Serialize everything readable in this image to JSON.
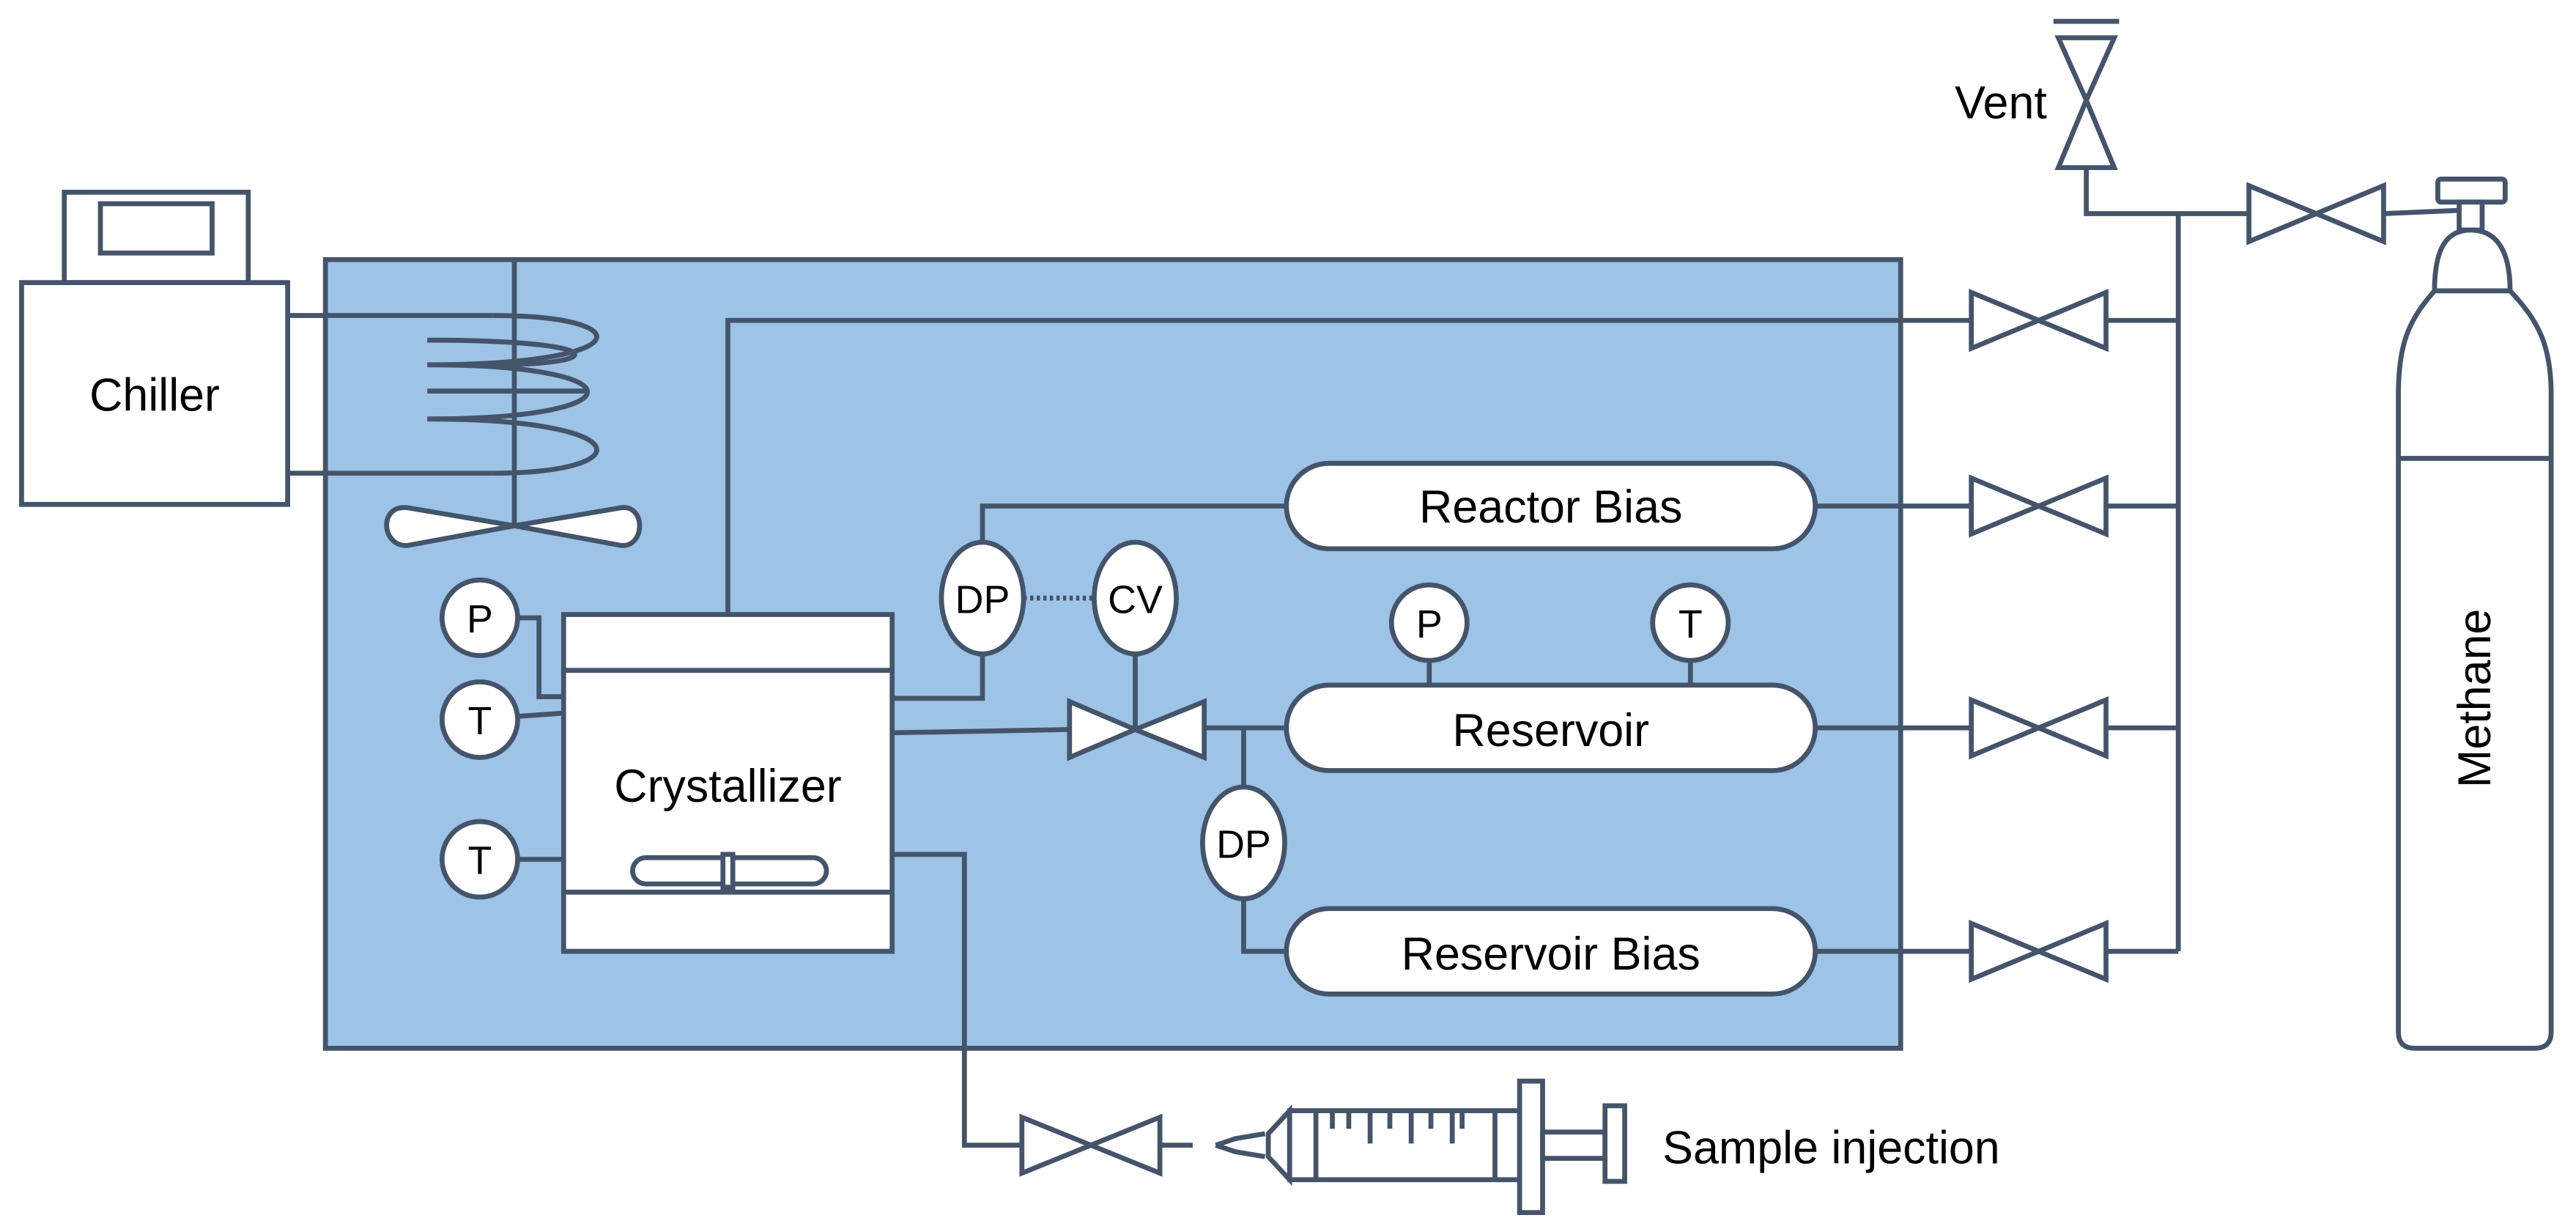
{
  "colors": {
    "line": "#44546a",
    "bath": "#9dc3e6",
    "fill": "#ffffff",
    "text": "#000000"
  },
  "labels": {
    "chiller": "Chiller",
    "crystallizer": "Crystallizer",
    "reactor_bias": "Reactor Bias",
    "reservoir": "Reservoir",
    "reservoir_bias": "Reservoir Bias",
    "vent": "Vent",
    "methane": "Methane",
    "sample_injection": "Sample injection"
  },
  "instruments": {
    "crys_p": "P",
    "crys_t1": "T",
    "crys_t2": "T",
    "dp_top": "DP",
    "cv": "CV",
    "res_p": "P",
    "res_t": "T",
    "dp_bottom": "DP"
  }
}
